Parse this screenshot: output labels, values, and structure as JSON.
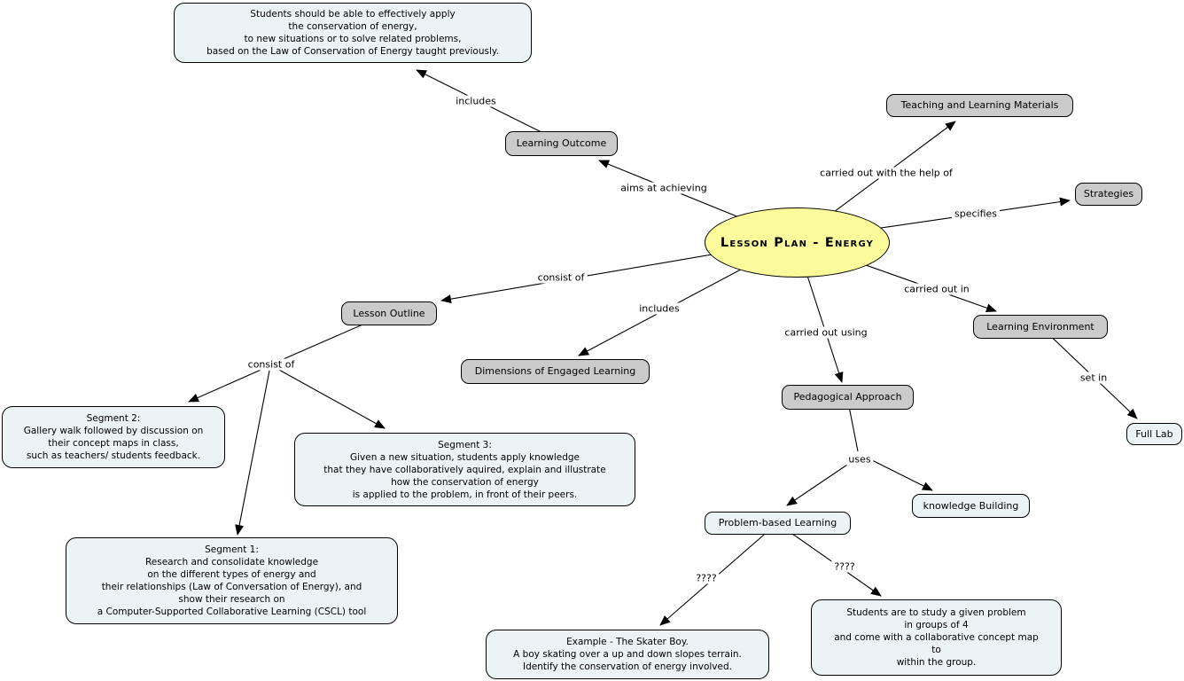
{
  "root": {
    "label": "Lesson Plan - Energy"
  },
  "concepts": {
    "outcome_desc": "Students should be able to effectively apply\nthe conservation of energy,\nto new situations or to solve related problems,\nbased on the Law of Conservation of Energy taught previously.",
    "learning_outcome": "Learning Outcome",
    "teaching_materials": "Teaching and Learning Materials",
    "strategies": "Strategies",
    "lesson_outline": "Lesson Outline",
    "dimensions_engaged_learning": "Dimensions of Engaged Learning",
    "learning_environment": "Learning Environment",
    "pedagogical_approach": "Pedagogical Approach",
    "full_lab": "Full Lab",
    "knowledge_building": "knowledge Building",
    "problem_based_learning": "Problem-based Learning",
    "segment_2": "Segment 2:\nGallery walk followed by discussion on\ntheir concept maps in class,\nsuch as teachers/ students feedback.",
    "segment_3": "Segment 3:\nGiven a new situation, students apply knowledge\nthat they have collaboratively aquired, explain and illustrate\nhow the conservation of energy\nis applied to the problem, in front of their peers.",
    "segment_1": "Segment 1:\nResearch and consolidate knowledge\non the different types of energy and\ntheir relationships (Law of Conversation of Energy), and\nshow their research on\na Computer-Supported Collaborative Learning (CSCL) tool",
    "example_skater_boy": "Example - The Skater Boy.\nA boy skating over a up and down slopes terrain.\nIdentify the conservation of energy involved.",
    "students_problem": "Students are to study a given problem\nin groups of 4\nand come with a collaborative concept map\nto\nwithin the group."
  },
  "link_labels": {
    "includes_outcome": "includes",
    "aims_at_achieving": "aims at achieving",
    "carried_out_with_help": "carried out with the help of",
    "specifies": "specifies",
    "consist_of_outline": "consist of",
    "includes_dimensions": "includes",
    "carried_out_in": "carried out in",
    "carried_out_using": "carried out using",
    "set_in": "set in",
    "consist_of_segments": "consist of",
    "uses": "uses",
    "question_left": "????",
    "question_right": "????"
  },
  "colors": {
    "root_fill": "#fbfb9b",
    "concept_fill_gray": "#cbcbcb",
    "concept_fill_light": "#ecf3f5",
    "line": "#000000",
    "background": "#ffffff"
  }
}
